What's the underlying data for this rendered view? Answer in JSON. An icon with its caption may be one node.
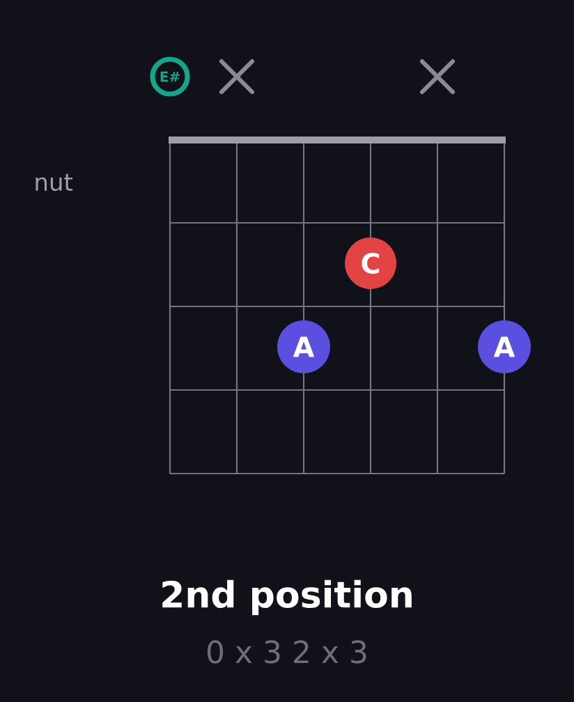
{
  "diagram": {
    "title": "2nd position",
    "caption": "0 x 3 2 x 3",
    "nodes": [
      {
        "text": [
          "E#"
        ]
      },
      {
        "text": [
          "C"
        ]
      },
      {
        "text": [
          "A"
        ]
      },
      {
        "text": [
          "A"
        ]
      }
    ],
    "labels": [
      "nut"
    ]
  }
}
